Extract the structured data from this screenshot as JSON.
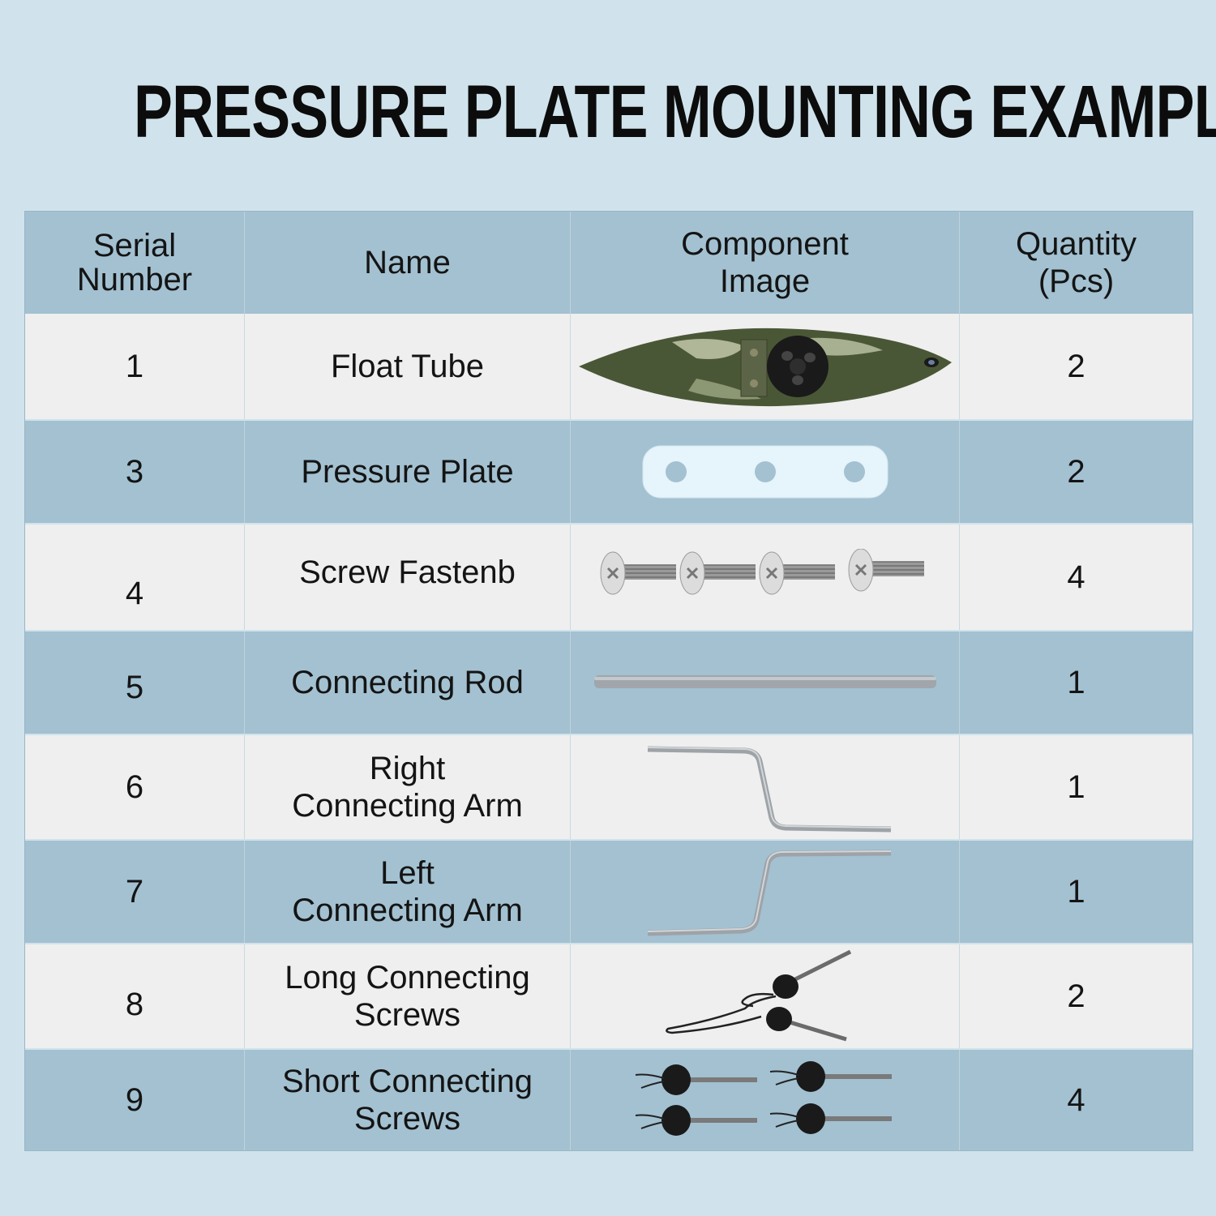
{
  "title": "PRESSURE PLATE MOUNTING EXAMPLE",
  "headers": {
    "serial_1": "Serial",
    "serial_2": "Number",
    "name": "Name",
    "image_1": "Component",
    "image_2": "Image",
    "qty_1": "Quantity",
    "qty_2": "(Pcs)"
  },
  "rows": [
    {
      "serial": "1",
      "name_1": "Float Tube",
      "name_2": "",
      "qty": "2",
      "icon": "float-tube-icon"
    },
    {
      "serial": "3",
      "name_1": "Pressure Plate",
      "name_2": "",
      "qty": "2",
      "icon": "pressure-plate-icon"
    },
    {
      "serial": "4",
      "name_1": "Screw Fastenb",
      "name_2": "",
      "qty": "4",
      "icon": "screws-icon"
    },
    {
      "serial": "5",
      "name_1": "Connecting Rod",
      "name_2": "",
      "qty": "1",
      "icon": "rod-icon"
    },
    {
      "serial": "6",
      "name_1": "Right",
      "name_2": "Connecting Arm",
      "qty": "1",
      "icon": "right-arm-icon"
    },
    {
      "serial": "7",
      "name_1": "Left",
      "name_2": "Connecting Arm",
      "qty": "1",
      "icon": "left-arm-icon"
    },
    {
      "serial": "8",
      "name_1": "Long Connecting",
      "name_2": "Screws",
      "qty": "2",
      "icon": "long-screws-icon"
    },
    {
      "serial": "9",
      "name_1": "Short Connecting",
      "name_2": "Screws",
      "qty": "4",
      "icon": "short-screws-icon"
    }
  ],
  "colors": {
    "background": "#d0e3ec",
    "header_row": "#a3c1d1",
    "light_row": "#efefef",
    "blue_row": "#a3c1d1"
  }
}
